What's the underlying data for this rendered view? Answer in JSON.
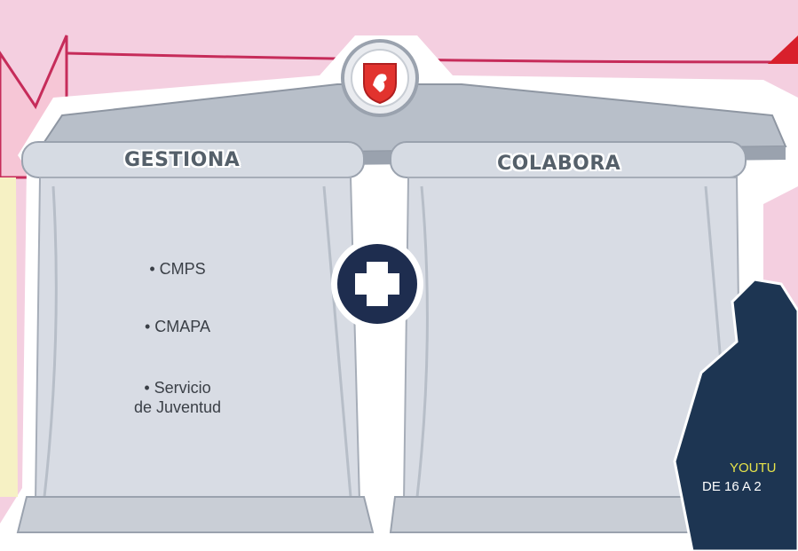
{
  "columns": {
    "left": {
      "title": "GESTIONA",
      "items": [
        "• CMPS",
        "• CMAPA",
        "• Servicio",
        "de Juventud"
      ]
    },
    "right": {
      "title": "COLABORA"
    }
  },
  "plus_badge": {
    "icon": "plus-icon"
  },
  "crest": {
    "icon": "lion-crest-icon"
  },
  "person": {
    "label_line1": "YOUTU",
    "label_line2": "DE 16 A 2"
  },
  "colors": {
    "background": "#f4cfe0",
    "column": "#d8dce4",
    "badge": "#1e2d4f",
    "crest_red": "#e2332e",
    "person": "#1d3552",
    "highlight": "#e7e44a"
  }
}
